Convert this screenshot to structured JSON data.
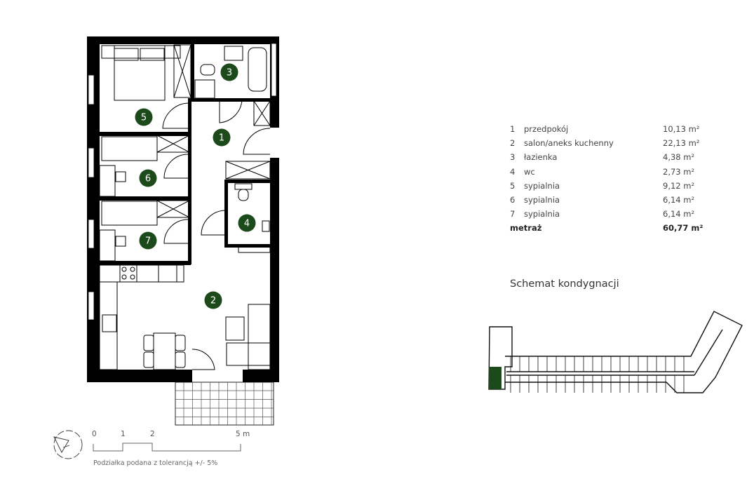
{
  "rooms": [
    {
      "no": "1",
      "name": "przedpokój",
      "area": "10,13 m²"
    },
    {
      "no": "2",
      "name": "salon/aneks kuchenny",
      "area": "22,13 m²"
    },
    {
      "no": "3",
      "name": "łazienka",
      "area": "4,38 m²"
    },
    {
      "no": "4",
      "name": "wc",
      "area": "2,73 m²"
    },
    {
      "no": "5",
      "name": "sypialnia",
      "area": "9,12 m²"
    },
    {
      "no": "6",
      "name": "sypialnia",
      "area": "6,14 m²"
    },
    {
      "no": "7",
      "name": "sypialnia",
      "area": "6,14 m²"
    }
  ],
  "total": {
    "label": "metraż",
    "area": "60,77 m²"
  },
  "schema_title": "Schemat kondygnacji",
  "scale": {
    "labels": [
      "0",
      "1",
      "2",
      "5 m"
    ],
    "note": "Podziałka podana z tolerancją +/- 5%"
  },
  "colors": {
    "badge": "#1d4a1b",
    "wall": "#000000",
    "highlight": "#1d4a1b"
  },
  "icons": [
    "compass-north-icon"
  ]
}
